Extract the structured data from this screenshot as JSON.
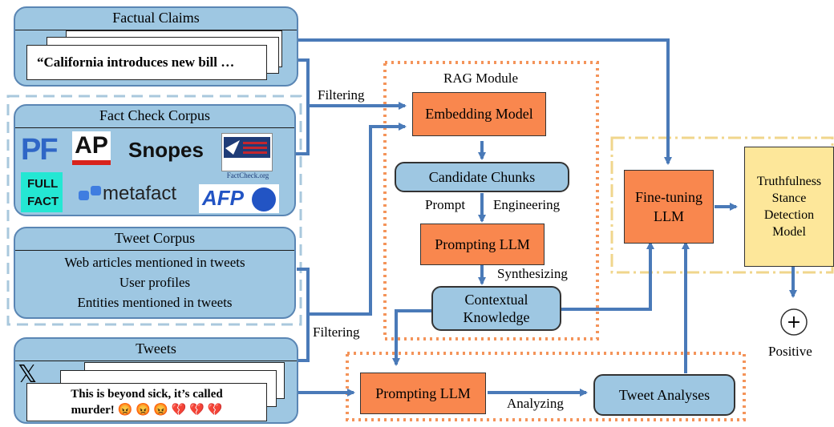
{
  "factual_claims": {
    "title": "Factual Claims",
    "claim_text": "“California introduces new bill …"
  },
  "fact_check_corpus": {
    "title": "Fact Check Corpus",
    "logos": {
      "pf": "PF",
      "ap": "AP",
      "snopes": "Snopes",
      "factcheck": "FactCheck.org",
      "full_fact_line1": "FULL",
      "full_fact_line2": "FACT",
      "metafact": "metafact",
      "afp": "AFP"
    }
  },
  "tweet_corpus": {
    "title": "Tweet Corpus",
    "items": [
      "Web articles mentioned in tweets",
      "User profiles",
      "Entities mentioned in tweets"
    ]
  },
  "tweets": {
    "title": "Tweets",
    "x_logo": "𝕏",
    "tweet_line1": "This is beyond sick, it’s called",
    "tweet_line2": "murder! 😡 😡 😡 💔 💔 💔"
  },
  "rag_module": {
    "title": "RAG Module",
    "embedding_model": "Embedding Model",
    "candidate_chunks": "Candidate Chunks",
    "prompt_label": "Prompt",
    "engineering_label": "Engineering",
    "prompting_llm": "Prompting LLM",
    "synthesizing_label": "Synthesizing",
    "contextual_knowledge": "Contextual Knowledge"
  },
  "filtering_top": "Filtering",
  "filtering_bottom": "Filtering",
  "analysis": {
    "prompting_llm": "Prompting LLM",
    "analyzing_label": "Analyzing",
    "tweet_analyses": "Tweet Analyses"
  },
  "fine_tuning": {
    "label": "Fine-tuning LLM"
  },
  "detection_model": {
    "label": "Truthfulness\nStance\nDetection\nModel"
  },
  "output": {
    "symbol": "+",
    "label": "Positive"
  },
  "colors": {
    "panel_blue": "#9ec7e2",
    "arrow_blue": "#4a7ab8",
    "orange": "#f9874e",
    "yellow": "#fde79a",
    "dotted_orange": "#f4945a",
    "dashed_gold": "#f0d68c"
  }
}
